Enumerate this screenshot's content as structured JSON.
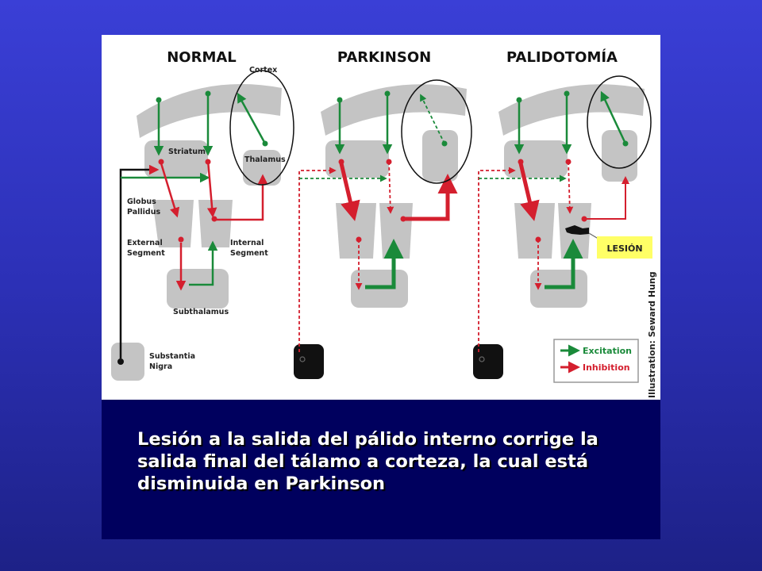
{
  "slide": {
    "headers": {
      "normal": "NORMAL",
      "parkinson": "PARKINSON",
      "palidotomia": "PALIDOTOMÍA"
    },
    "region_labels": {
      "cortex": "Cortex",
      "striatum": "Striatum",
      "thalamus": "Thalamus",
      "globus_pallidus": [
        "Globus",
        "Pallidus"
      ],
      "external_segment": [
        "External",
        "Segment"
      ],
      "internal_segment": [
        "Internal",
        "Segment"
      ],
      "subthalamus": "Subthalamus",
      "substantia_nigra": [
        "Substantia",
        "Nigra"
      ]
    },
    "lesion_label": "LESIÓN",
    "legend": {
      "excitation": "Excitation",
      "inhibition": "Inhibition"
    },
    "credit": "Illustration: Seward Hung",
    "caption": "Lesión a la salida del pálido interno corrige la salida final del tálamo a corteza, la cual está disminuida en Parkinson"
  },
  "colors": {
    "background": "#2c30b6",
    "panel": "#00005e",
    "excitation": "#1a8a3a",
    "inhibition": "#d41f2e",
    "region": "#c4c4c4",
    "lesion_badge": "#ffff66"
  }
}
